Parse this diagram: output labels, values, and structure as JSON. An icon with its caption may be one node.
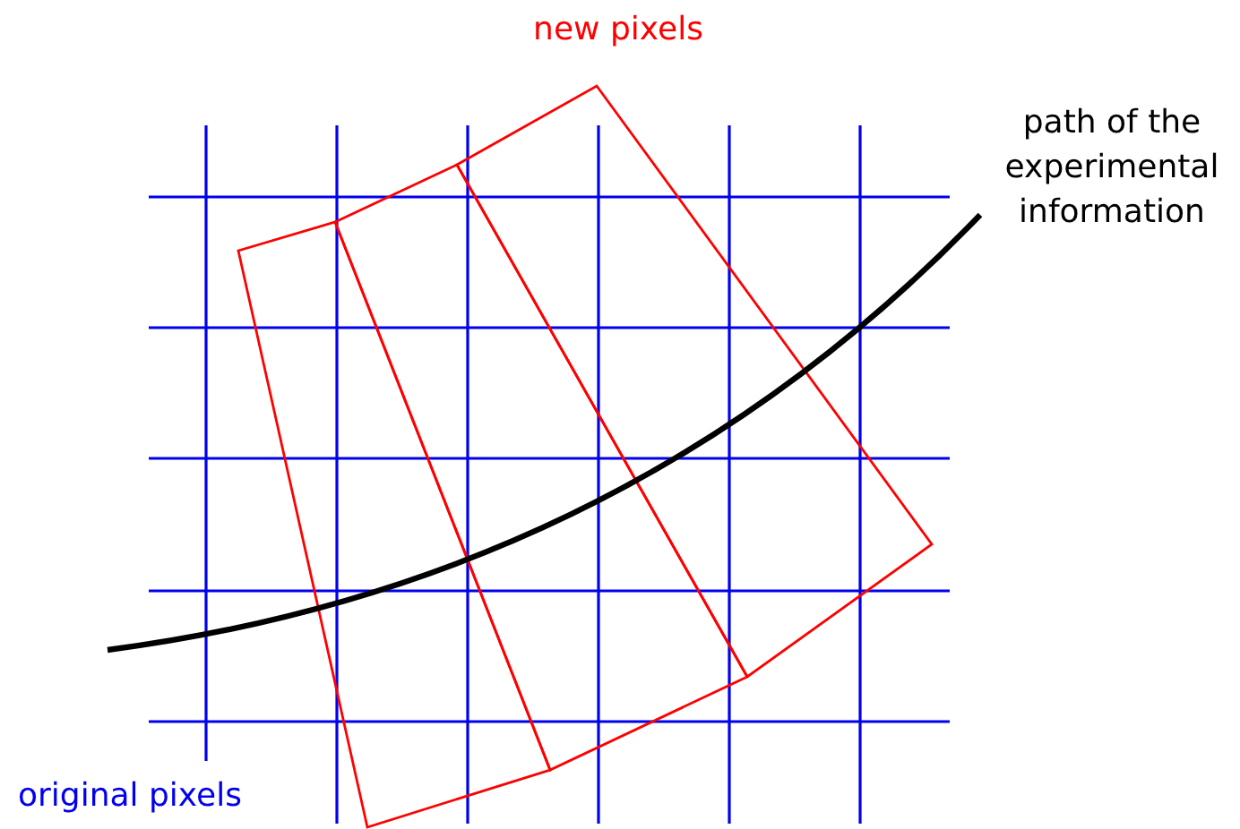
{
  "diagram": {
    "labels": [
      "new pixels",
      "path of the experimental information",
      "original pixels"
    ]
  }
}
